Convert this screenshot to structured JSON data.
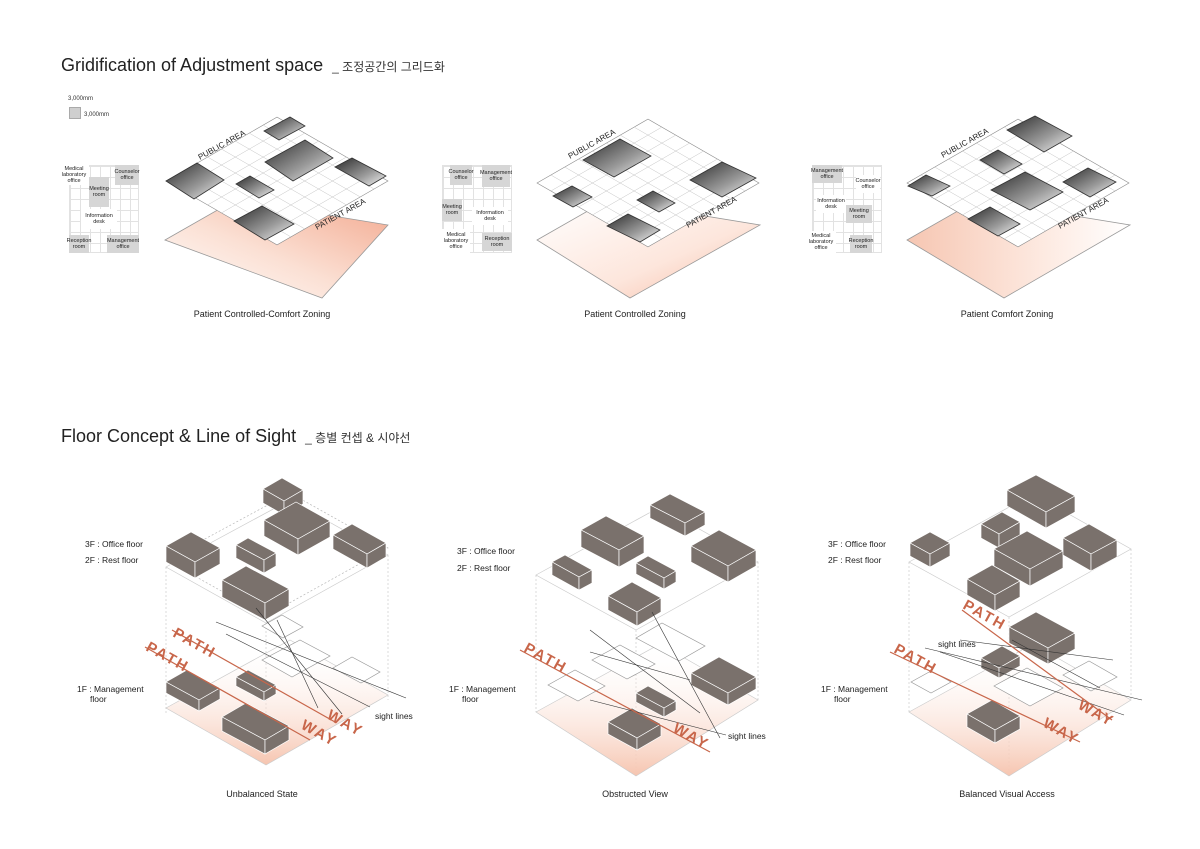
{
  "sections": {
    "grid": {
      "title": "Gridification of Adjustment space",
      "subtitle": "_ 조정공간의 그리드화"
    },
    "floor": {
      "title": "Floor Concept & Line of Sight",
      "subtitle": "_ 층별 컨셉 & 시야선"
    }
  },
  "scale": {
    "top": "3,000mm",
    "side": "3,000mm"
  },
  "zoning": [
    {
      "caption": "Patient Controlled-Comfort Zoning",
      "public_label": "PUBLIC AREA",
      "patient_label": "PATIENT AREA",
      "rooms": [
        "Medical laboratory office",
        "Counselor office",
        "Meeting room",
        "Information desk",
        "Reception room",
        "Management office"
      ]
    },
    {
      "caption": "Patient Controlled Zoning",
      "public_label": "PUBLIC AREA",
      "patient_label": "PATIENT AREA",
      "rooms": [
        "Counselor office",
        "Management office",
        "Meeting room",
        "Information desk",
        "Medical laboratory office",
        "Reception room"
      ]
    },
    {
      "caption": "Patient Comfort Zoning",
      "public_label": "PUBLIC AREA",
      "patient_label": "PATIENT AREA",
      "rooms": [
        "Management office",
        "Counselor office",
        "Information desk",
        "Meeting room",
        "Medical laboratory office",
        "Reception room"
      ]
    }
  ],
  "floors": [
    {
      "caption": "Unbalanced State",
      "f3": "3F : Office floor",
      "f2": "2F : Rest floor",
      "f1a": "1F : Management",
      "f1b": "floor",
      "sight": "sight lines",
      "path": "PATH",
      "way": "WAY"
    },
    {
      "caption": "Obstructed View",
      "f3": "3F : Office floor",
      "f2": "2F : Rest floor",
      "f1a": "1F : Management",
      "f1b": "floor",
      "sight": "sight lines",
      "path": "PATH",
      "way": "WAY"
    },
    {
      "caption": "Balanced Visual Access",
      "f3": "3F : Office floor",
      "f2": "2F : Rest floor",
      "f1a": "1F : Management",
      "f1b": "floor",
      "sight": "sight lines",
      "path": "PATH",
      "way": "WAY"
    }
  ],
  "colors": {
    "block": "#7a716c",
    "block_top": "#8a807b",
    "accent": "#c8664a",
    "patient_gradient": "#f6c9b6"
  }
}
